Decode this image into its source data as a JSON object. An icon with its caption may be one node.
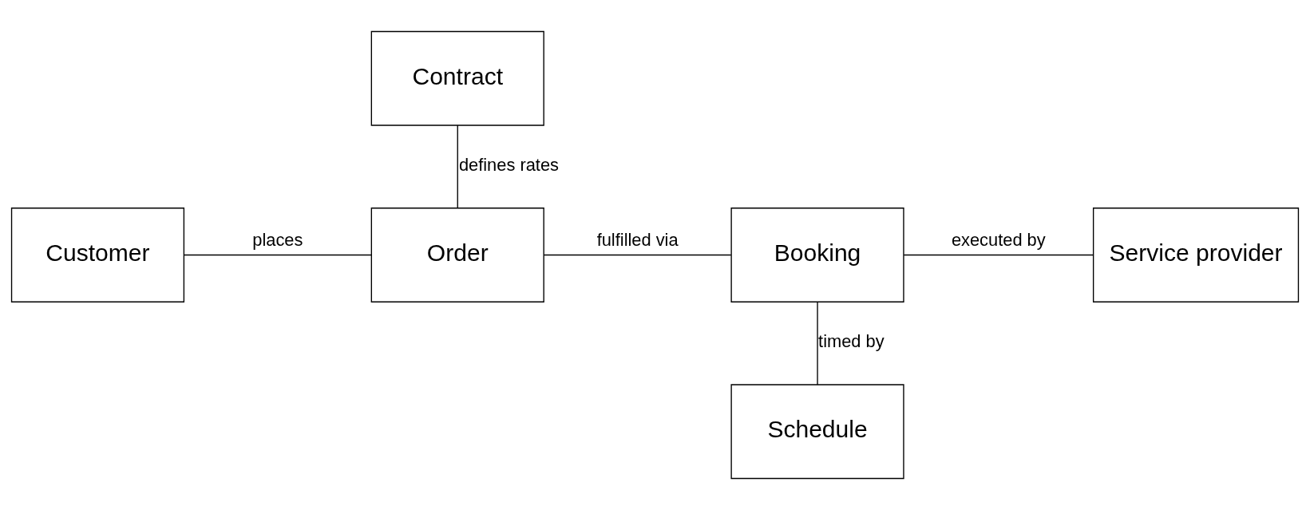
{
  "diagram": {
    "nodes": [
      {
        "text": [
          "Contract"
        ]
      },
      {
        "text": [
          "Customer"
        ]
      },
      {
        "text": [
          "Order"
        ]
      },
      {
        "text": [
          "Booking"
        ]
      },
      {
        "text": [
          "Service provider"
        ]
      },
      {
        "text": [
          "Schedule"
        ]
      }
    ],
    "edges": [
      {
        "from": 0,
        "to": 2,
        "arrow": "none",
        "label": "defines rates"
      },
      {
        "from": 1,
        "to": 2,
        "arrow": "none",
        "label": "places"
      },
      {
        "from": 2,
        "to": 3,
        "arrow": "none",
        "label": "fulfilled via"
      },
      {
        "from": 3,
        "to": 4,
        "arrow": "none",
        "label": "executed by"
      },
      {
        "from": 3,
        "to": 5,
        "arrow": "none",
        "label": "timed by"
      }
    ]
  }
}
